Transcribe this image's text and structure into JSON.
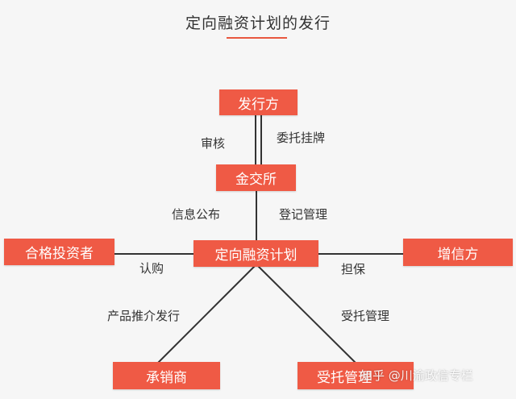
{
  "title": "定向融资计划的发行",
  "colors": {
    "node": "#ef5a45",
    "line": "#333333",
    "accent": "#e8573f"
  },
  "nodes": {
    "issuer": "发行方",
    "exchange": "金交所",
    "plan": "定向融资计划",
    "investor": "合格投资者",
    "guarantor": "增信方",
    "underwriter": "承销商",
    "trustee": "受托管理"
  },
  "edges": {
    "review": "审核",
    "listing": "委托挂牌",
    "disclosure": "信息公布",
    "registration": "登记管理",
    "subscribe": "认购",
    "guarantee": "担保",
    "promotion": "产品推介发行",
    "trust_mgmt": "受托管理"
  },
  "watermark": "知乎 @川渝政信专栏"
}
